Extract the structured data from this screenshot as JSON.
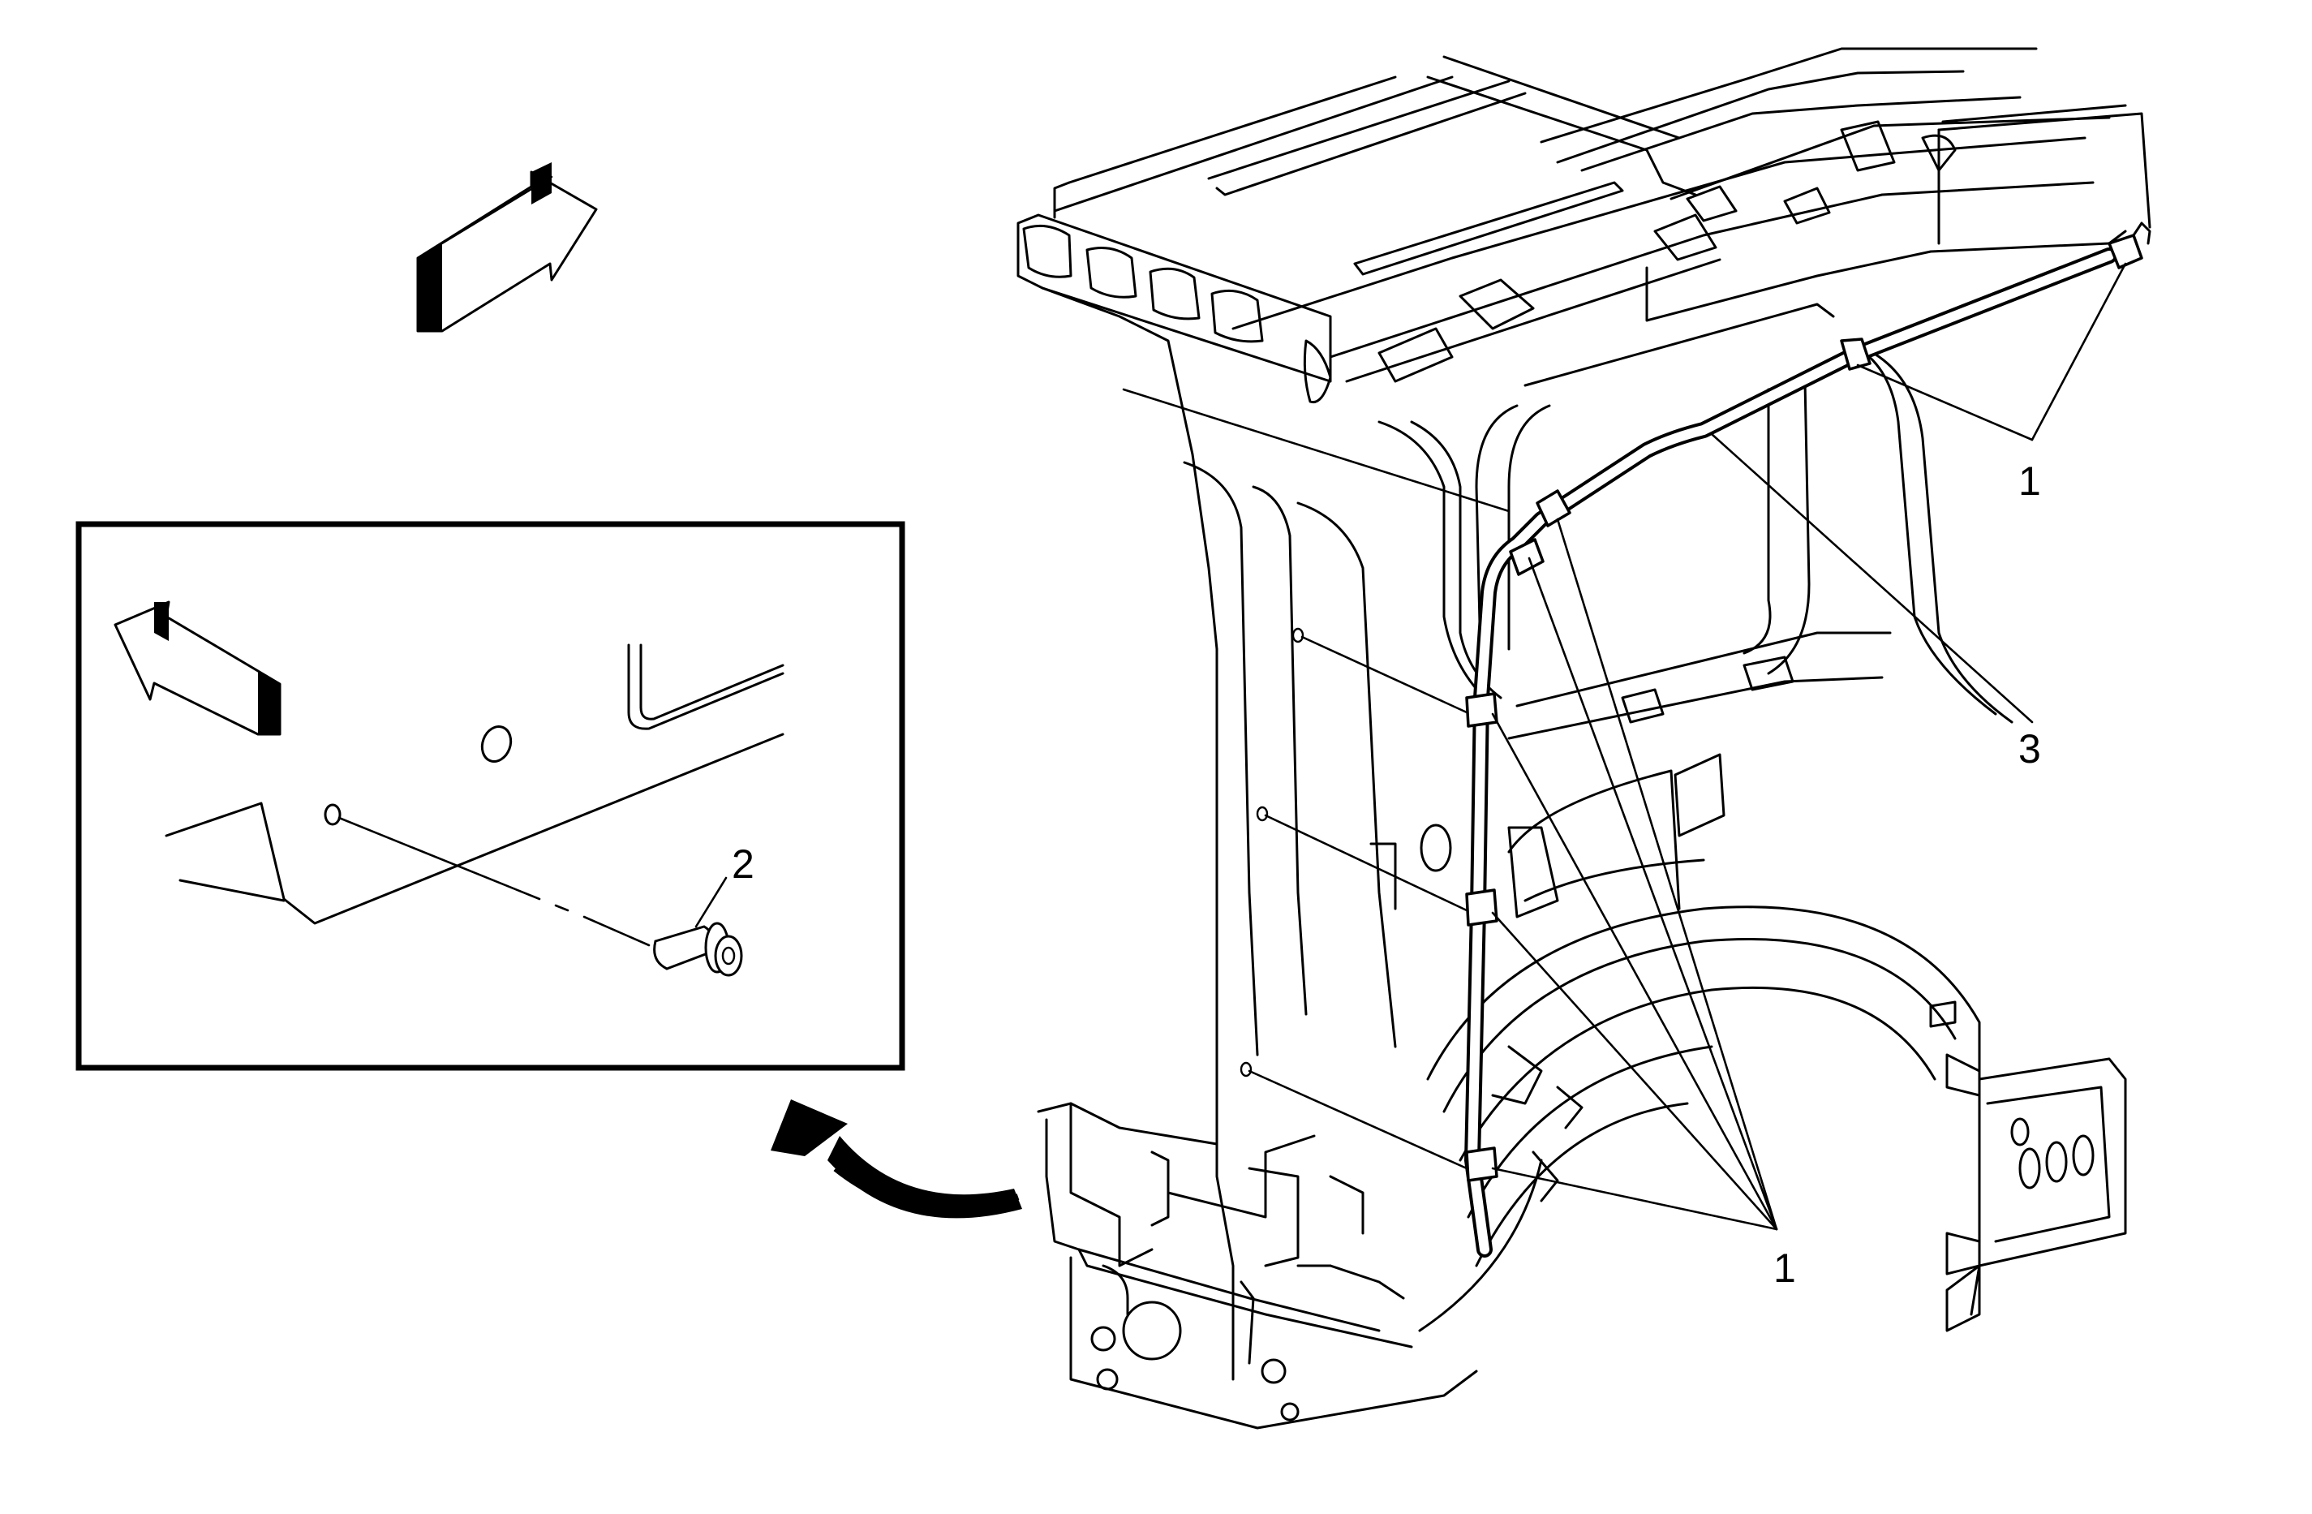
{
  "callouts": {
    "clip_label_upper": "1",
    "clip_label_lower": "1",
    "fastener_label": "2",
    "harness_label": "3"
  },
  "icons": {
    "orientation_arrow_main": "forward-arrow-icon",
    "orientation_arrow_detail": "forward-arrow-icon",
    "detail_pointer": "curved-arrow-icon"
  },
  "colors": {
    "line": "#000000",
    "background": "#ffffff"
  }
}
